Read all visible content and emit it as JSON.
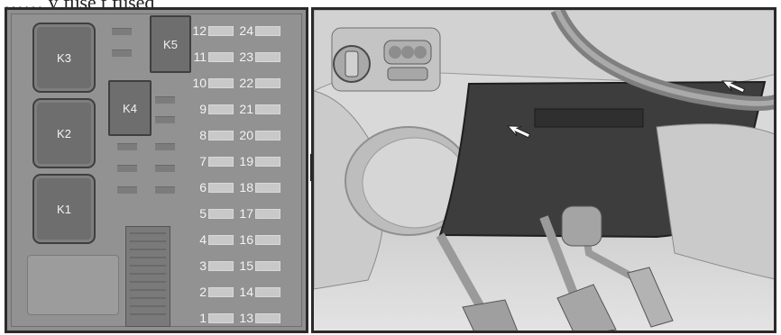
{
  "header_text": "…… y fuse t fused",
  "relays": [
    {
      "id": "k3",
      "label": "K3"
    },
    {
      "id": "k2",
      "label": "K2"
    },
    {
      "id": "k1",
      "label": "K1"
    },
    {
      "id": "k4",
      "label": "K4"
    },
    {
      "id": "k5",
      "label": "K5"
    }
  ],
  "fuses_left": [
    "12",
    "11",
    "10",
    "9",
    "8",
    "7",
    "6",
    "5",
    "4",
    "3",
    "2",
    "1"
  ],
  "fuses_right": [
    "24",
    "23",
    "22",
    "21",
    "20",
    "19",
    "18",
    "17",
    "16",
    "15",
    "14",
    "13"
  ],
  "colors": {
    "panel": "#8f8f8f",
    "relay": "#6e6e6e",
    "fuse_blade": "#c9c9c9",
    "dash": "#3d3d3d"
  }
}
